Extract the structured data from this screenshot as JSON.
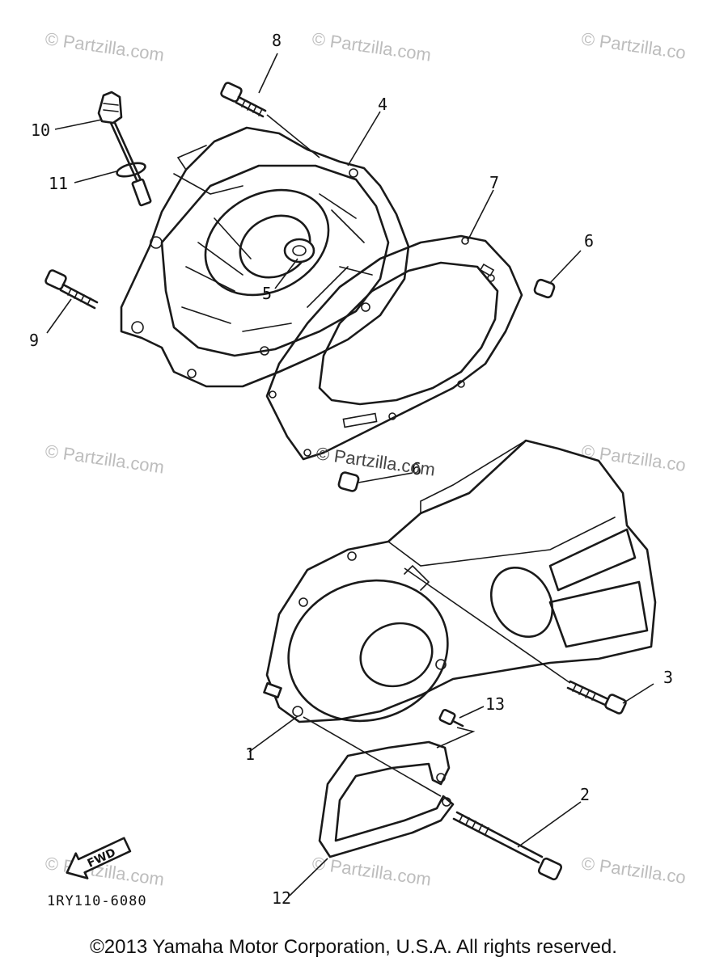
{
  "watermarks": [
    "© Partzilla.com",
    "© Partzilla.com",
    "© Partzilla.co",
    "© Partzilla.com",
    "© Partzilla.co",
    "© Partzilla.com",
    "© Partzilla.com",
    "© Partzilla.co"
  ],
  "center_watermark": "© Partzilla.com",
  "part_labels": [
    "1",
    "2",
    "3",
    "4",
    "5",
    "6",
    "6",
    "7",
    "8",
    "9",
    "10",
    "11",
    "12",
    "13"
  ],
  "diagram_code": "1RY110-6080",
  "fwd_label": "FWD",
  "copyright": "©2013 Yamaha Motor Corporation, U.S.A. All rights reserved."
}
